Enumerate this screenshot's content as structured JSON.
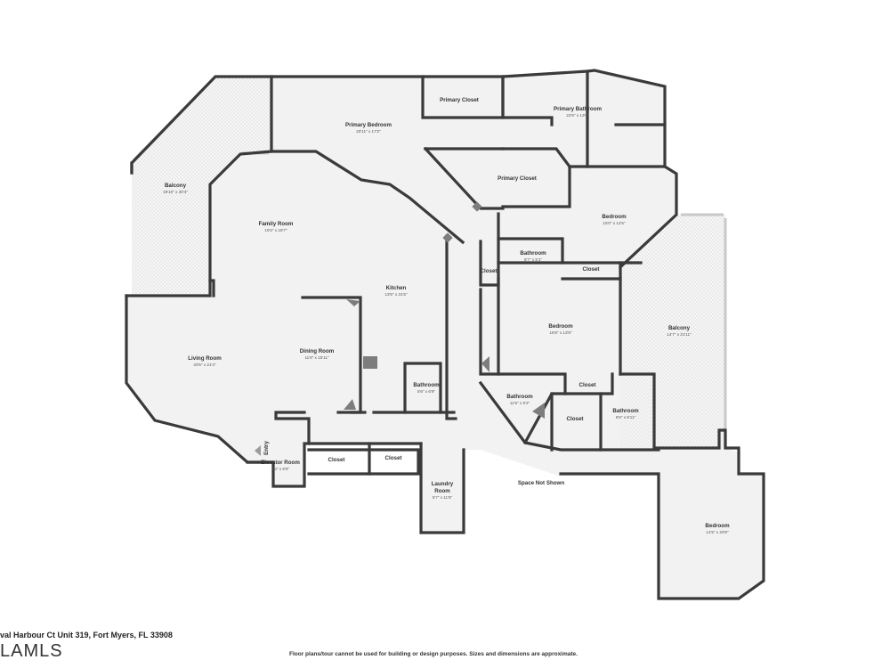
{
  "address": "val Harbour Ct Unit 319, Fort Myers, FL 33908",
  "mls_logo": "LAMLS",
  "disclaimer": "Floor plans/tour cannot be used for building or design purposes. Sizes and dimensions are approximate.",
  "entry_label": "Entry",
  "space_not_shown": "Space Not Shown",
  "rooms": {
    "primary_closet_1": {
      "name": "Primary Closet",
      "dims": ""
    },
    "primary_bathroom": {
      "name": "Primary Bathroom",
      "dims": "22'6\" x 13'6\""
    },
    "primary_bedroom": {
      "name": "Primary Bedroom",
      "dims": "20'11\" x 17'2\""
    },
    "primary_closet_2": {
      "name": "Primary Closet",
      "dims": ""
    },
    "balcony_west": {
      "name": "Balcony",
      "dims": "19'10\" x 30'4\""
    },
    "family_room": {
      "name": "Family Room",
      "dims": "19'2\" x 18'7\""
    },
    "kitchen": {
      "name": "Kitchen",
      "dims": "13'5\" x 31'5\""
    },
    "bedroom_ne": {
      "name": "Bedroom",
      "dims": "15'0\" x 12'5\""
    },
    "closet_left": {
      "name": "Closet",
      "dims": ""
    },
    "bathroom_mid": {
      "name": "Bathroom",
      "dims": "8'7\" x 5'1\""
    },
    "closet_mid": {
      "name": "Closet",
      "dims": ""
    },
    "balcony_east": {
      "name": "Balcony",
      "dims": "14'7\" x 21'11\""
    },
    "bedroom_center": {
      "name": "Bedroom",
      "dims": "16'8\" x 13'9\""
    },
    "living_room": {
      "name": "Living Room",
      "dims": "20'5\" x 21'4\""
    },
    "dining_room": {
      "name": "Dining Room",
      "dims": "11'8\" x 15'11\""
    },
    "bathroom_small": {
      "name": "Bathroom",
      "dims": "5'6\" x 6'9\""
    },
    "closet_a": {
      "name": "Closet",
      "dims": ""
    },
    "bathroom_angled": {
      "name": "Bathroom",
      "dims": "11'5\" x 9'2\""
    },
    "closet_b": {
      "name": "Closet",
      "dims": ""
    },
    "bathroom_se": {
      "name": "Bathroom",
      "dims": "6'8\" x 8'11\""
    },
    "elevator_room": {
      "name": "Elevator Room",
      "dims": "8'4\" x 9'9\""
    },
    "closet_c": {
      "name": "Closet",
      "dims": ""
    },
    "closet_d": {
      "name": "Closet",
      "dims": ""
    },
    "laundry_room": {
      "name": "Laundry Room",
      "dims": "5'7\" x 11'8\""
    },
    "bedroom_se": {
      "name": "Bedroom",
      "dims": "14'5\" x 20'8\""
    }
  },
  "colors": {
    "wall": "#3a3a3a",
    "floor": "#f2f2f2",
    "window": "#c9c9c9",
    "balcony_dot": "#cfcfcf"
  }
}
